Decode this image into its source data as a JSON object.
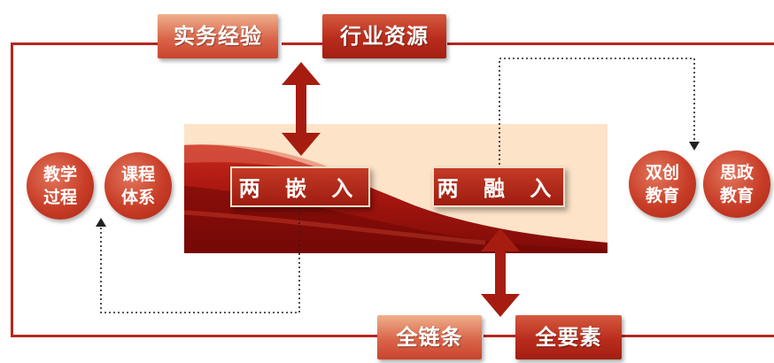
{
  "top_tags": {
    "left": "实务经验",
    "right": "行业资源"
  },
  "bottom_tags": {
    "left": "全链条",
    "right": "全要素"
  },
  "center": {
    "left_button": "两 嵌 入",
    "right_button": "两 融 入"
  },
  "left_circles": [
    {
      "line1": "教学",
      "line2": "过程"
    },
    {
      "line1": "课程",
      "line2": "体系"
    }
  ],
  "right_circles": [
    {
      "line1": "双创",
      "line2": "教育"
    },
    {
      "line1": "思政",
      "line2": "教育"
    }
  ],
  "colors": {
    "accent": "#b5271f",
    "dark_red": "#9e1c10",
    "cream": "#fde3c8",
    "connector": "#222222"
  }
}
